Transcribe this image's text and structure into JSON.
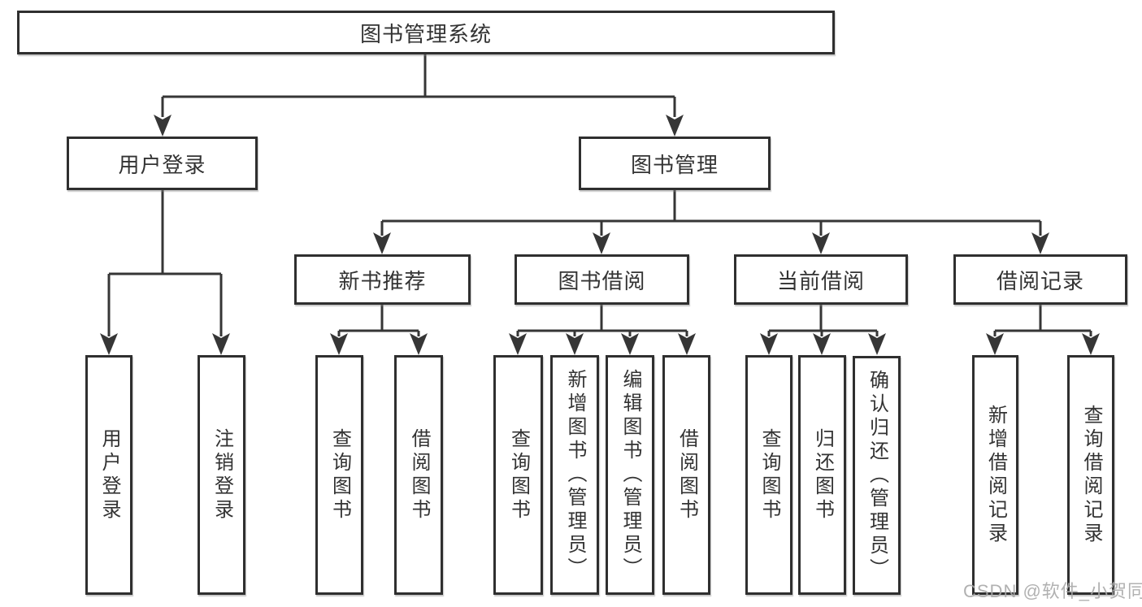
{
  "tree": {
    "label": "图书管理系统",
    "children": [
      {
        "label": "用户登录",
        "children": [
          {
            "label": "用户登录"
          },
          {
            "label": "注销登录"
          }
        ]
      },
      {
        "label": "图书管理",
        "children": [
          {
            "label": "新书推荐",
            "children": [
              {
                "label": "查询图书"
              },
              {
                "label": "借阅图书"
              }
            ]
          },
          {
            "label": "图书借阅",
            "children": [
              {
                "label": "查询图书"
              },
              {
                "label": "新增图书（管理员）"
              },
              {
                "label": "编辑图书（管理员）"
              },
              {
                "label": "借阅图书"
              }
            ]
          },
          {
            "label": "当前借阅",
            "children": [
              {
                "label": "查询图书"
              },
              {
                "label": "归还图书"
              },
              {
                "label": "确认归还（管理员）"
              }
            ]
          },
          {
            "label": "借阅记录",
            "children": [
              {
                "label": "新增借阅记录"
              },
              {
                "label": "查询借阅记录"
              }
            ]
          }
        ]
      }
    ]
  },
  "watermark": {
    "text": "CSDN @软件_小贺同学"
  },
  "colors": {
    "line": "#363636",
    "box_border": "#2f2f2f",
    "box_fill": "#ffffff",
    "text": "#333333",
    "watermark": "#a8a8a8",
    "background": "#ffffff"
  }
}
